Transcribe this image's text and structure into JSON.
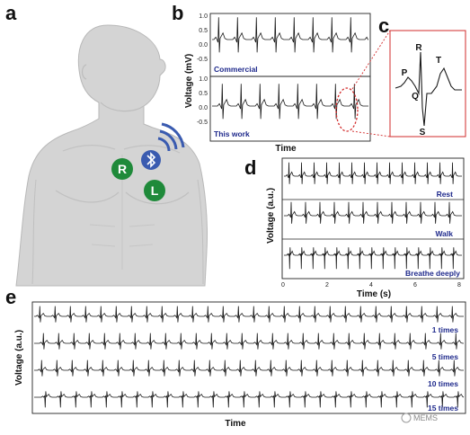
{
  "figure": {
    "panels": [
      "a",
      "b",
      "c",
      "d",
      "e"
    ]
  },
  "colors": {
    "accent_blue": "#3a5bb0",
    "electrode_green": "#1f8a3a",
    "trace": "#1a1a1a",
    "label_blue": "#1f2a8c",
    "zoom_red": "#d22b2b",
    "body_fill": "#d4d4d4"
  },
  "panel_a": {
    "electrodes": [
      {
        "label": "R",
        "color": "#1f8a3a"
      },
      {
        "label": "L",
        "color": "#1f8a3a"
      },
      {
        "label": "bluetooth-icon",
        "color": "#3a5bb0"
      }
    ],
    "wireless_icon": "wifi-signal-icon"
  },
  "panel_b": {
    "ylabel": "Voltage (mV)",
    "xlabel": "Time",
    "top": {
      "label": "Commercial",
      "yticks": [
        "1.0",
        "0.5",
        "0.0",
        "-0.5"
      ]
    },
    "bottom": {
      "label": "This work",
      "yticks": [
        "1.0",
        "0.5",
        "0.0",
        "-0.5"
      ]
    }
  },
  "panel_c": {
    "waves": [
      "P",
      "R",
      "Q",
      "T",
      "S"
    ]
  },
  "panel_d": {
    "ylabel": "Voltage (a.u.)",
    "xlabel": "Time (s)",
    "xticks": [
      "0",
      "2",
      "4",
      "6",
      "8"
    ],
    "traces": [
      "Rest",
      "Walk",
      "Breathe deeply"
    ]
  },
  "panel_e": {
    "ylabel": "Voltage (a.u.)",
    "xlabel": "Time",
    "traces": [
      "1 times",
      "5 times",
      "10 times",
      "15 times"
    ]
  },
  "watermark": "MEMS"
}
